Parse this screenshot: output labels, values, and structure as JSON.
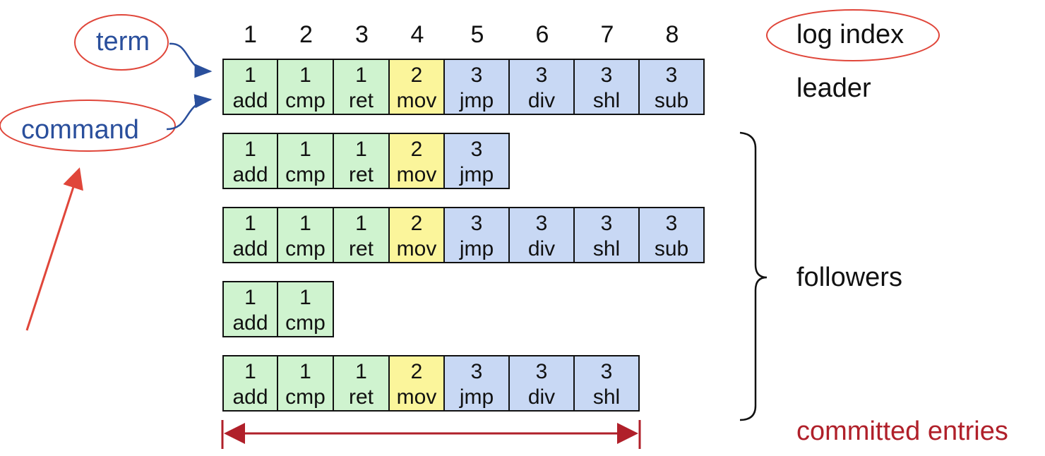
{
  "log_indices": [
    "1",
    "2",
    "3",
    "4",
    "5",
    "6",
    "7",
    "8"
  ],
  "labels": {
    "term": "term",
    "command": "command",
    "log_index": "log index",
    "leader": "leader",
    "followers": "followers",
    "committed": "committed entries"
  },
  "colors": {
    "1": "#cff3cf",
    "2": "#fbf59b",
    "3": "#c8d8f4",
    "annotation": "#e0463a",
    "committed": "#b0202a",
    "arrow_blue": "#2a4f9c"
  },
  "rows": [
    {
      "role": "leader",
      "entries": [
        {
          "term": "1",
          "cmd": "add"
        },
        {
          "term": "1",
          "cmd": "cmp"
        },
        {
          "term": "1",
          "cmd": "ret"
        },
        {
          "term": "2",
          "cmd": "mov"
        },
        {
          "term": "3",
          "cmd": "jmp"
        },
        {
          "term": "3",
          "cmd": "div"
        },
        {
          "term": "3",
          "cmd": "shl"
        },
        {
          "term": "3",
          "cmd": "sub"
        }
      ]
    },
    {
      "role": "follower",
      "entries": [
        {
          "term": "1",
          "cmd": "add"
        },
        {
          "term": "1",
          "cmd": "cmp"
        },
        {
          "term": "1",
          "cmd": "ret"
        },
        {
          "term": "2",
          "cmd": "mov"
        },
        {
          "term": "3",
          "cmd": "jmp"
        }
      ]
    },
    {
      "role": "follower",
      "entries": [
        {
          "term": "1",
          "cmd": "add"
        },
        {
          "term": "1",
          "cmd": "cmp"
        },
        {
          "term": "1",
          "cmd": "ret"
        },
        {
          "term": "2",
          "cmd": "mov"
        },
        {
          "term": "3",
          "cmd": "jmp"
        },
        {
          "term": "3",
          "cmd": "div"
        },
        {
          "term": "3",
          "cmd": "shl"
        },
        {
          "term": "3",
          "cmd": "sub"
        }
      ]
    },
    {
      "role": "follower",
      "entries": [
        {
          "term": "1",
          "cmd": "add"
        },
        {
          "term": "1",
          "cmd": "cmp"
        }
      ]
    },
    {
      "role": "follower",
      "entries": [
        {
          "term": "1",
          "cmd": "add"
        },
        {
          "term": "1",
          "cmd": "cmp"
        },
        {
          "term": "1",
          "cmd": "ret"
        },
        {
          "term": "2",
          "cmd": "mov"
        },
        {
          "term": "3",
          "cmd": "jmp"
        },
        {
          "term": "3",
          "cmd": "div"
        },
        {
          "term": "3",
          "cmd": "shl"
        }
      ]
    }
  ]
}
